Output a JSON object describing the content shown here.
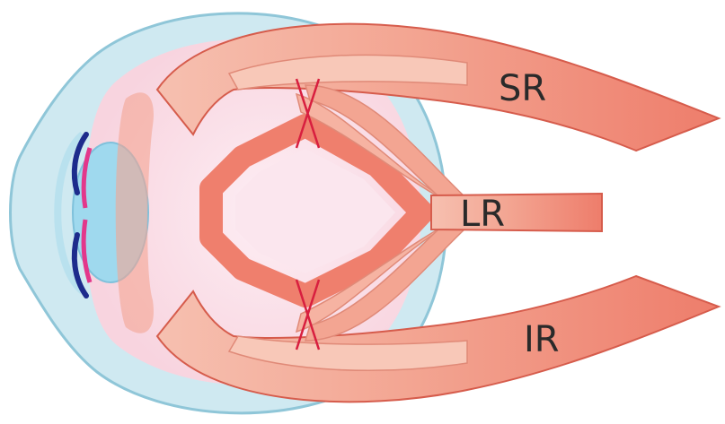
{
  "labels": {
    "sr": "SR",
    "lr": "LR",
    "ir": "IR"
  },
  "colors": {
    "sclera": "#cfe9f1",
    "sclera_stroke": "#8fc6d8",
    "iris": "#9fd9ee",
    "muscle": "#ef7f6d",
    "muscle_light": "#f7b9a8",
    "muscle_stroke": "#d65c4c",
    "inner_pink": "#fbe2ea",
    "pulley_line": "#d81f3f",
    "lid_blue": "#1d2b8c",
    "lid_pink": "#e3378b"
  }
}
